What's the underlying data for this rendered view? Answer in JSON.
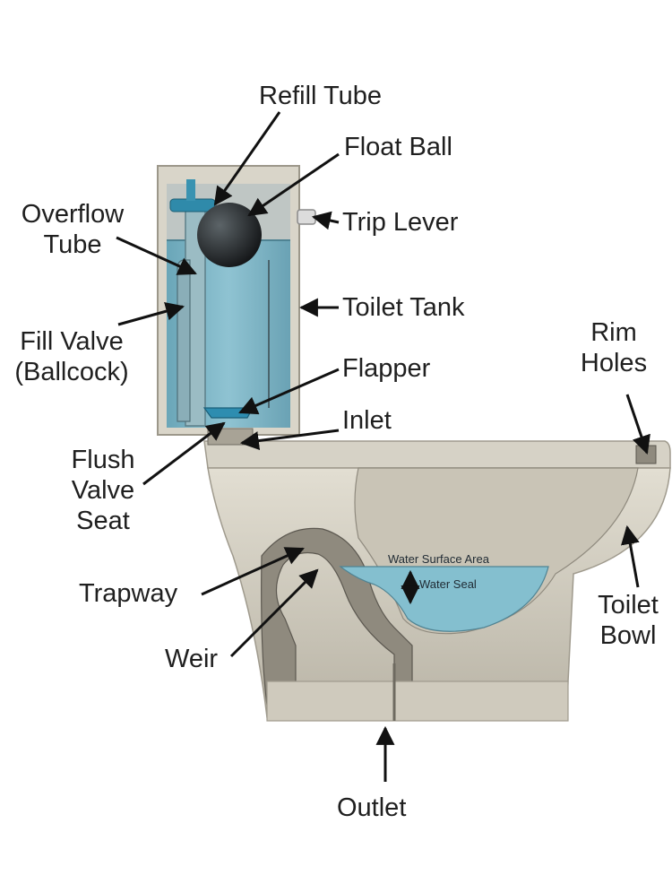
{
  "labels": {
    "refill_tube": "Refill Tube",
    "float_ball": "Float Ball",
    "overflow_tube_1": "Overflow",
    "overflow_tube_2": "Tube",
    "trip_lever": "Trip Lever",
    "toilet_tank": "Toilet Tank",
    "fill_valve_1": "Fill Valve",
    "fill_valve_2": "(Ballcock)",
    "rim_holes_1": "Rim",
    "rim_holes_2": "Holes",
    "flapper": "Flapper",
    "inlet": "Inlet",
    "flush_valve_seat_1": "Flush",
    "flush_valve_seat_2": "Valve",
    "flush_valve_seat_3": "Seat",
    "water_surface_area": "Water Surface Area",
    "water_seal": "Water Seal",
    "trapway": "Trapway",
    "weir": "Weir",
    "toilet_bowl_1": "Toilet",
    "toilet_bowl_2": "Bowl",
    "outlet": "Outlet"
  },
  "colors": {
    "water": "#7fb8c8",
    "porcelain": "#d8d4c8",
    "porcelain_shadow": "#a9a496",
    "cut_face": "#8f8a7e",
    "text": "#1f1f1f"
  }
}
